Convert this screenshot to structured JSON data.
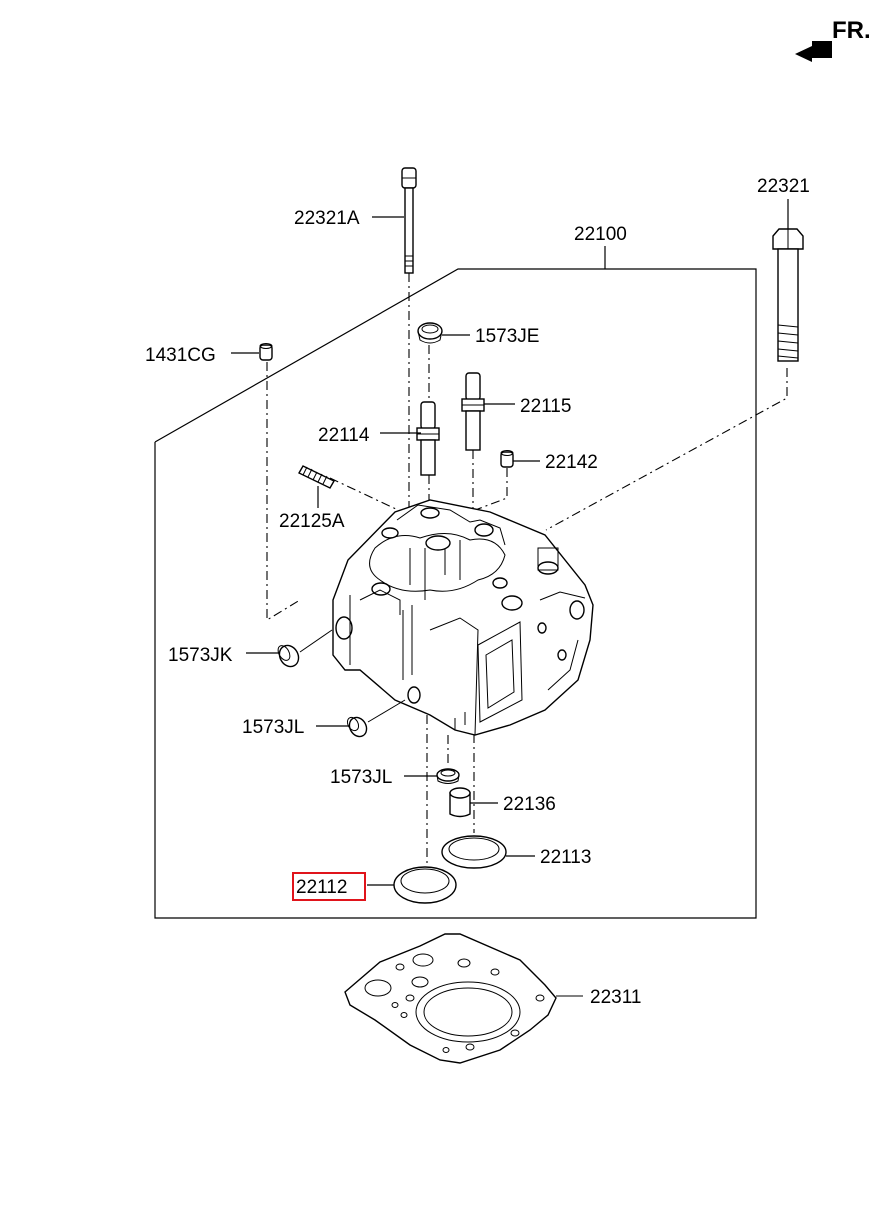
{
  "orientation": {
    "label": "FR.",
    "icon": "front-direction-arrow-icon"
  },
  "highlight_color": "#e0141b",
  "highlighted_part": "22112",
  "labels": {
    "p22321A": "22321A",
    "p22321": "22321",
    "p22100": "22100",
    "p1573JE": "1573JE",
    "p1431CG": "1431CG",
    "p22115": "22115",
    "p22114": "22114",
    "p22142": "22142",
    "p22125A": "22125A",
    "p1573JK": "1573JK",
    "p1573JL_a": "1573JL",
    "p1573JL_b": "1573JL",
    "p22136": "22136",
    "p22113": "22113",
    "p22112": "22112",
    "p22311": "22311"
  }
}
